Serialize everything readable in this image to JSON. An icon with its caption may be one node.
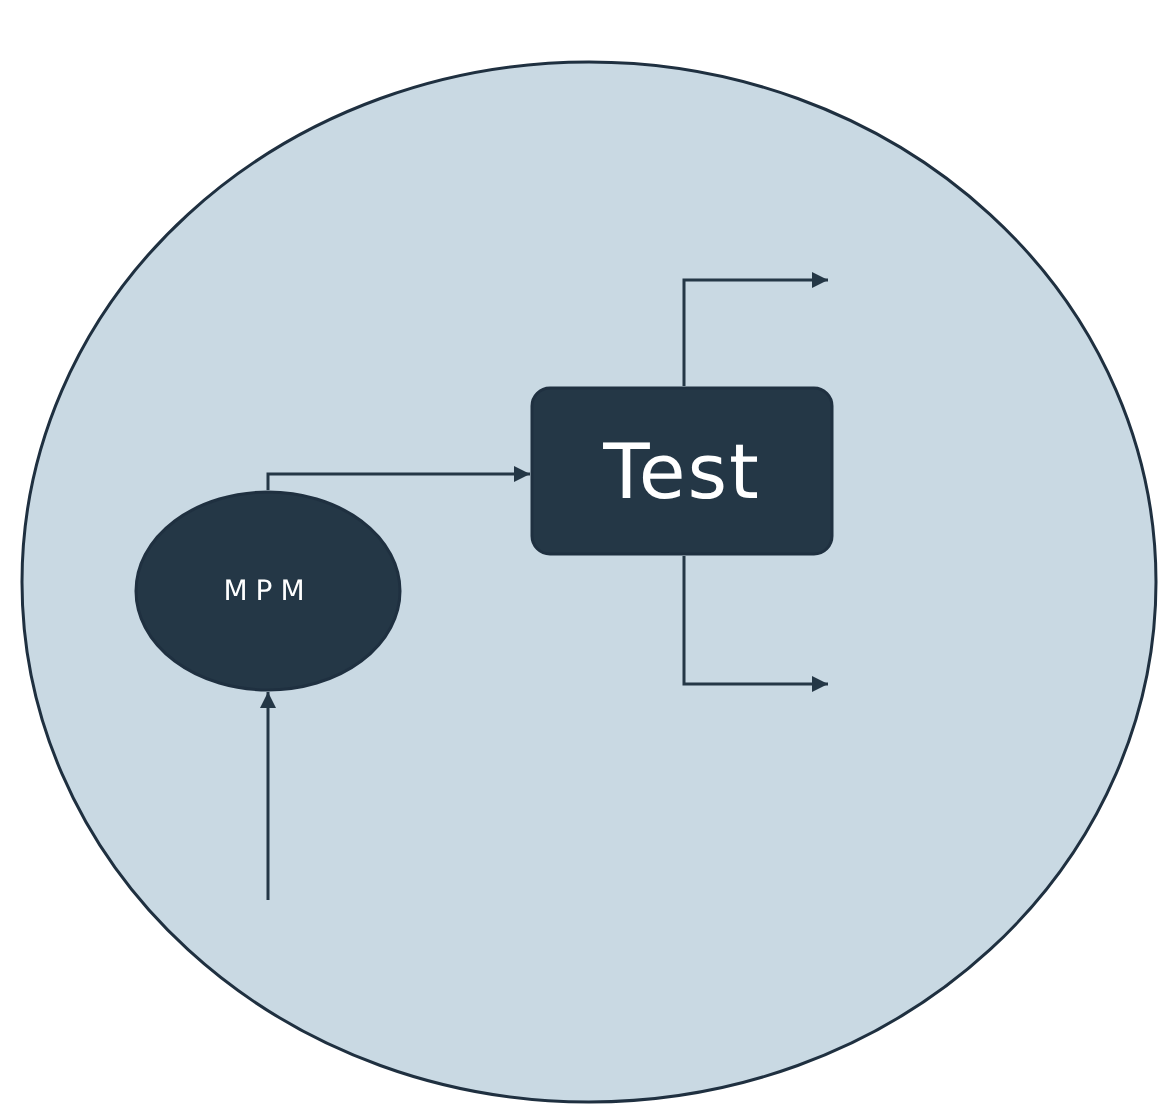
{
  "diagram": {
    "nodes": [
      {
        "text": [],
        "shape": "circle"
      },
      {
        "text": [
          "MPM"
        ],
        "in": 0
      },
      {
        "text": [
          "Test"
        ],
        "in": 0
      }
    ],
    "edges": [
      {
        "from": null,
        "to": 1,
        "arrow": "to"
      },
      {
        "from": 1,
        "to": 2,
        "arrow": "to"
      },
      {
        "from": 2,
        "to": null,
        "arrow": "to"
      },
      {
        "from": 2,
        "to": null,
        "arrow": "to"
      }
    ]
  }
}
